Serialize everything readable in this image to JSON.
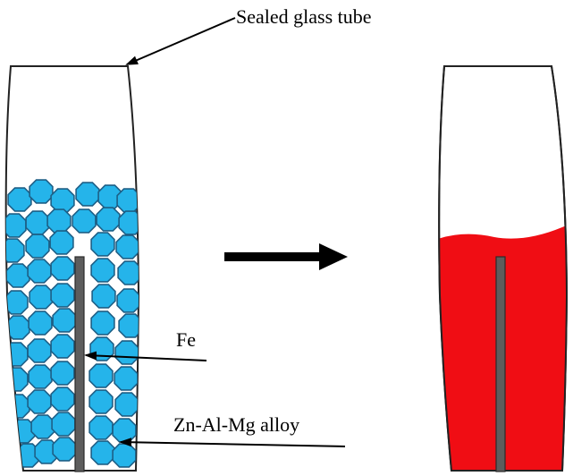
{
  "labels": {
    "tube": "Sealed glass tube",
    "fe": "Fe",
    "alloy": "Zn-Al-Mg alloy"
  },
  "colors": {
    "pellet": "#25b4ea",
    "pellet_outline": "#1d5f86",
    "melt": "#f00d14",
    "rod": "#5d5d5d",
    "arrow": "#000000"
  }
}
